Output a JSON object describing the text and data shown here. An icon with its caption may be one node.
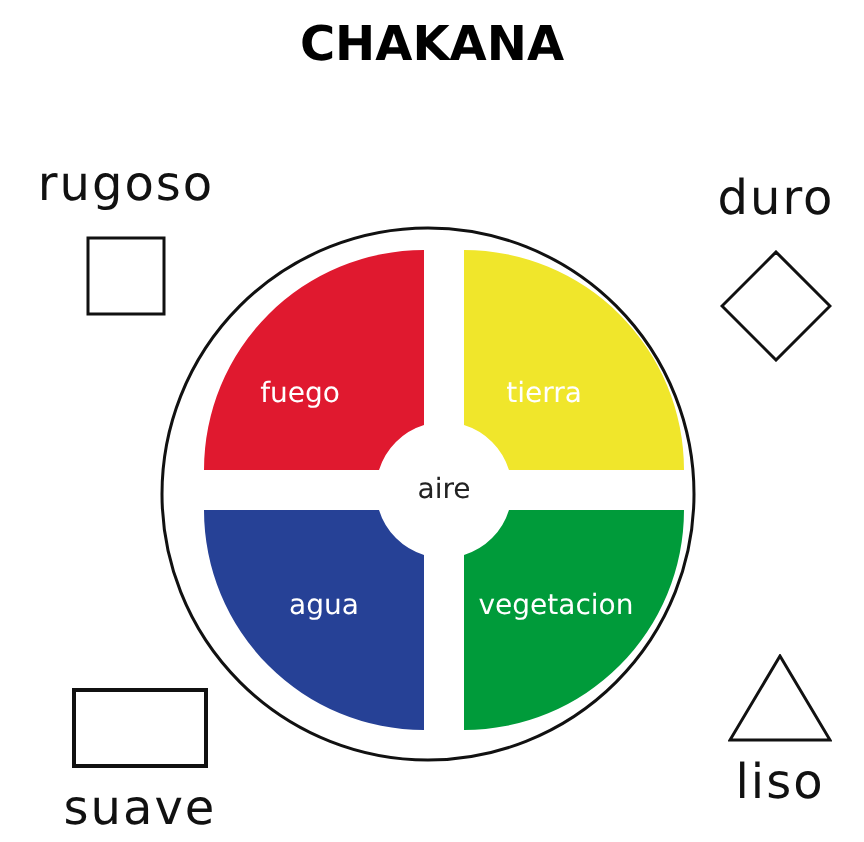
{
  "diagram": {
    "title": "CHAKANA",
    "nodes": [
      {
        "text": [
          "rugoso"
        ]
      },
      {
        "text": [
          "duro"
        ]
      },
      {
        "text": [],
        "shape": "circle"
      },
      {
        "text": [
          "fuego"
        ],
        "in": 2
      },
      {
        "text": [
          "tierra"
        ],
        "in": 2
      },
      {
        "text": [
          "aire"
        ],
        "in": 2
      },
      {
        "text": [
          "agua"
        ],
        "in": 2
      },
      {
        "text": [
          "vegetacion"
        ],
        "in": 2
      },
      {
        "text": [
          "suave"
        ]
      },
      {
        "text": [
          "liso"
        ]
      }
    ]
  }
}
